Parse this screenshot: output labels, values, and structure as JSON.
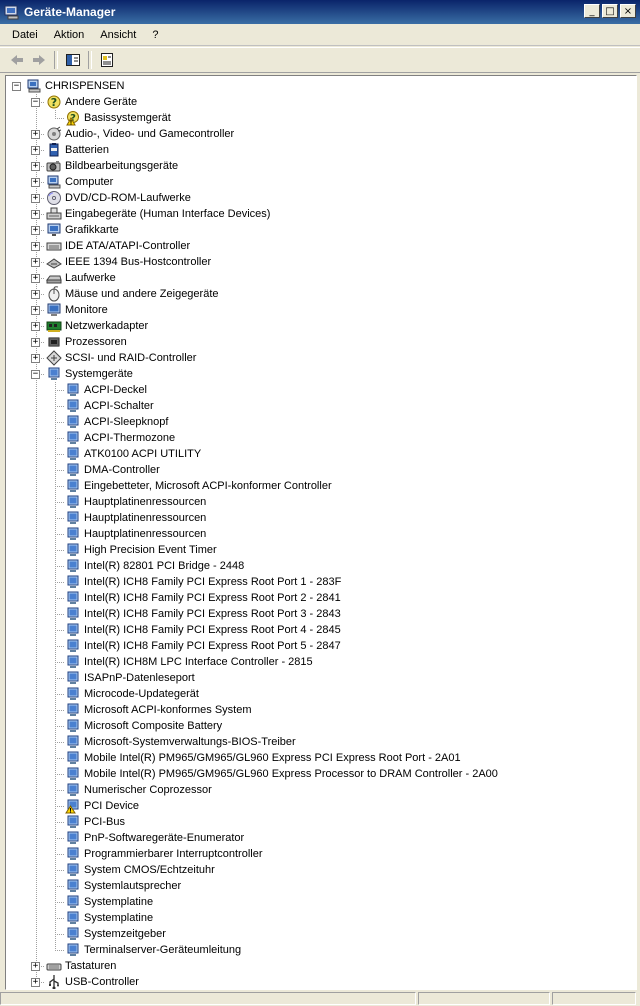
{
  "window": {
    "title": "Geräte-Manager"
  },
  "menu": [
    "Datei",
    "Aktion",
    "Ansicht",
    "?"
  ],
  "toolbar": {
    "icons": [
      "back-arrow-icon",
      "forward-arrow-icon",
      "show-hide-tree-icon",
      "properties-icon"
    ]
  },
  "tree": {
    "root": "CHRISPENSEN",
    "categories": [
      {
        "label": "Andere Geräte",
        "icon": "unknown-device-icon",
        "expanded": true,
        "children": [
          {
            "label": "Basissystemgerät",
            "icon": "unknown-device-warning-icon"
          }
        ]
      },
      {
        "label": "Audio-, Video- und Gamecontroller",
        "icon": "audio-icon"
      },
      {
        "label": "Batterien",
        "icon": "battery-icon"
      },
      {
        "label": "Bildbearbeitungsgeräte",
        "icon": "camera-icon"
      },
      {
        "label": "Computer",
        "icon": "computer-icon"
      },
      {
        "label": "DVD/CD-ROM-Laufwerke",
        "icon": "cd-icon"
      },
      {
        "label": "Eingabegeräte (Human Interface Devices)",
        "icon": "hid-icon"
      },
      {
        "label": "Grafikkarte",
        "icon": "display-adapter-icon"
      },
      {
        "label": "IDE ATA/ATAPI-Controller",
        "icon": "ide-icon"
      },
      {
        "label": "IEEE 1394 Bus-Hostcontroller",
        "icon": "firewire-icon"
      },
      {
        "label": "Laufwerke",
        "icon": "disk-drive-icon"
      },
      {
        "label": "Mäuse und andere Zeigegeräte",
        "icon": "mouse-icon"
      },
      {
        "label": "Monitore",
        "icon": "monitor-icon"
      },
      {
        "label": "Netzwerkadapter",
        "icon": "network-adapter-icon"
      },
      {
        "label": "Prozessoren",
        "icon": "processor-icon"
      },
      {
        "label": "SCSI- und RAID-Controller",
        "icon": "scsi-icon"
      },
      {
        "label": "Systemgeräte",
        "icon": "system-device-icon",
        "expanded": true,
        "children": [
          {
            "label": "ACPI-Deckel",
            "icon": "system-device-icon"
          },
          {
            "label": "ACPI-Schalter",
            "icon": "system-device-icon"
          },
          {
            "label": "ACPI-Sleepknopf",
            "icon": "system-device-icon"
          },
          {
            "label": "ACPI-Thermozone",
            "icon": "system-device-icon"
          },
          {
            "label": "ATK0100 ACPI UTILITY",
            "icon": "system-device-icon"
          },
          {
            "label": "DMA-Controller",
            "icon": "system-device-icon"
          },
          {
            "label": "Eingebetteter, Microsoft ACPI-konformer Controller",
            "icon": "system-device-icon"
          },
          {
            "label": "Hauptplatinenressourcen",
            "icon": "system-device-icon"
          },
          {
            "label": "Hauptplatinenressourcen",
            "icon": "system-device-icon"
          },
          {
            "label": "Hauptplatinenressourcen",
            "icon": "system-device-icon"
          },
          {
            "label": "High Precision Event Timer",
            "icon": "system-device-icon"
          },
          {
            "label": "Intel(R) 82801 PCI Bridge - 2448",
            "icon": "system-device-icon"
          },
          {
            "label": "Intel(R) ICH8 Family PCI Express Root Port 1 - 283F",
            "icon": "system-device-icon"
          },
          {
            "label": "Intel(R) ICH8 Family PCI Express Root Port 2 - 2841",
            "icon": "system-device-icon"
          },
          {
            "label": "Intel(R) ICH8 Family PCI Express Root Port 3 - 2843",
            "icon": "system-device-icon"
          },
          {
            "label": "Intel(R) ICH8 Family PCI Express Root Port 4 - 2845",
            "icon": "system-device-icon"
          },
          {
            "label": "Intel(R) ICH8 Family PCI Express Root Port 5 - 2847",
            "icon": "system-device-icon"
          },
          {
            "label": "Intel(R) ICH8M LPC Interface Controller - 2815",
            "icon": "system-device-icon"
          },
          {
            "label": "ISAPnP-Datenleseport",
            "icon": "system-device-icon"
          },
          {
            "label": "Microcode-Updategerät",
            "icon": "system-device-icon"
          },
          {
            "label": "Microsoft ACPI-konformes System",
            "icon": "system-device-icon"
          },
          {
            "label": "Microsoft Composite Battery",
            "icon": "system-device-icon"
          },
          {
            "label": "Microsoft-Systemverwaltungs-BIOS-Treiber",
            "icon": "system-device-icon"
          },
          {
            "label": "Mobile Intel(R) PM965/GM965/GL960 Express PCI Express Root Port - 2A01",
            "icon": "system-device-icon"
          },
          {
            "label": "Mobile Intel(R) PM965/GM965/GL960 Express Processor to DRAM Controller - 2A00",
            "icon": "system-device-icon"
          },
          {
            "label": "Numerischer Coprozessor",
            "icon": "system-device-icon"
          },
          {
            "label": "PCI Device",
            "icon": "system-device-warning-icon"
          },
          {
            "label": "PCI-Bus",
            "icon": "system-device-icon"
          },
          {
            "label": "PnP-Softwaregeräte-Enumerator",
            "icon": "system-device-icon"
          },
          {
            "label": "Programmierbarer Interruptcontroller",
            "icon": "system-device-icon"
          },
          {
            "label": "System CMOS/Echtzeituhr",
            "icon": "system-device-icon"
          },
          {
            "label": "Systemlautsprecher",
            "icon": "system-device-icon"
          },
          {
            "label": "Systemplatine",
            "icon": "system-device-icon"
          },
          {
            "label": "Systemplatine",
            "icon": "system-device-icon"
          },
          {
            "label": "Systemzeitgeber",
            "icon": "system-device-icon"
          },
          {
            "label": "Terminalserver-Geräteumleitung",
            "icon": "system-device-icon"
          }
        ]
      },
      {
        "label": "Tastaturen",
        "icon": "keyboard-icon"
      },
      {
        "label": "USB-Controller",
        "icon": "usb-icon"
      }
    ]
  }
}
